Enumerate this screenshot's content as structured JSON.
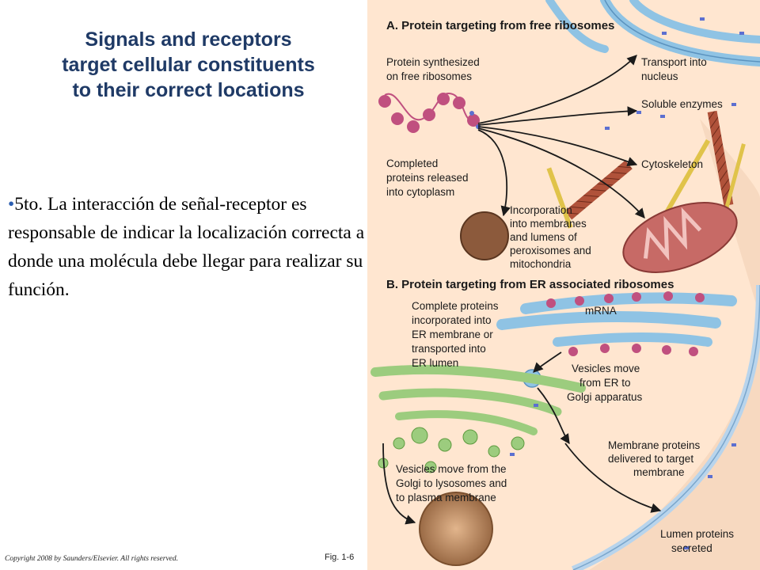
{
  "slide": {
    "title": "Signals and receptors\ntarget cellular constituents\nto their correct locations",
    "bullet_mark": "•",
    "bullet_text": "5to.  La interacción de señal-receptor es responsable de indicar la localización correcta a donde una molécula debe llegar para realizar su función.",
    "copyright": "Copyright 2008 by Saunders/Elsevier. All rights reserved.",
    "figure_number": "Fig. 1-6"
  },
  "diagram": {
    "section_a_title": "A. Protein targeting from free ribosomes",
    "section_b_title": "B. Protein targeting from ER associated ribosomes",
    "labels": {
      "synthesized": [
        "Protein synthesized",
        "on free ribosomes"
      ],
      "released": [
        "Completed",
        "proteins released",
        "into cytoplasm"
      ],
      "nucleus": [
        "Transport into",
        "nucleus"
      ],
      "soluble": [
        "Soluble enzymes"
      ],
      "cytoskeleton": [
        "Cytoskeleton"
      ],
      "membranes": [
        "Incorporation",
        "into membranes",
        "and lumens of",
        "peroxisomes and",
        "mitochondria"
      ],
      "er_proteins": [
        "Complete proteins",
        "incorporated into",
        "ER membrane or",
        "transported into",
        "ER lumen"
      ],
      "mrna": [
        "mRNA"
      ],
      "vesicles_er": [
        "Vesicles move",
        "from ER to",
        "Golgi apparatus"
      ],
      "membrane_proteins": [
        "Membrane proteins",
        "delivered to target",
        "membrane"
      ],
      "vesicles_golgi": [
        "Vesicles move from the",
        "Golgi to lysosomes and",
        "to plasma membrane"
      ],
      "lumen_proteins": [
        "Lumen proteins",
        "secreted"
      ]
    },
    "colors": {
      "cytoplasm": "#ffe6d0",
      "nucleus_membrane": "#8fc3e4",
      "er": "#8fc3e4",
      "golgi": "#9ccc7e",
      "mitochondrion": "#c76a66",
      "peroxisome": "#8c5a3c",
      "cytoskeleton_actin": "#b0523a",
      "cytoskeleton_tubule": "#e0c34a",
      "ribosome": "#c0507f",
      "protein": "#5c6fd0",
      "plasma_membrane": "#b8d4ec"
    }
  }
}
